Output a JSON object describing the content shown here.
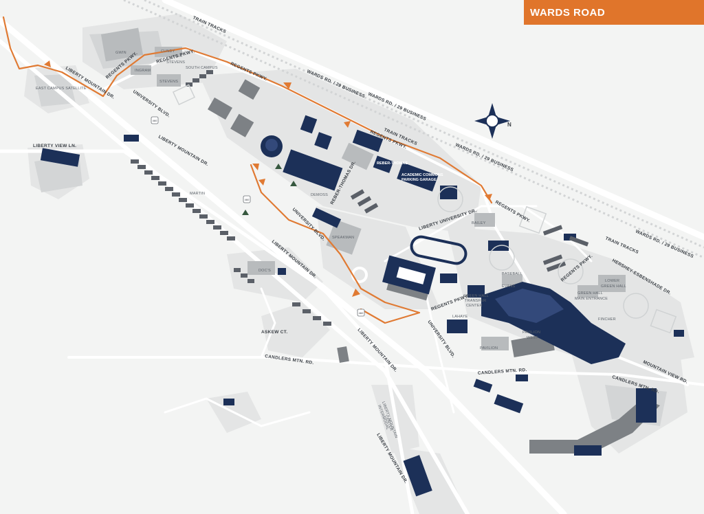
{
  "header": {
    "title": "WARDS ROAD"
  },
  "colors": {
    "accent": "#e0752b",
    "route": "#e07a33",
    "building": "#1c3058",
    "ground": "#f3f4f3",
    "land": "#e4e5e5",
    "road": "#ffffff"
  },
  "compass": {
    "label": "N",
    "icon": "compass-rose-icon"
  },
  "roads": {
    "train_tracks_1": "TRAIN TRACKS",
    "train_tracks_2": "TRAIN TRACKS",
    "train_tracks_3": "TRAIN TRACKS",
    "wards_rd_1": "WARDS RD. / 29 BUSINESS",
    "wards_rd_2": "WARDS RD. / 29 BUSINESS",
    "wards_rd_3": "WARDS RD. / 29 BUSINESS",
    "wards_rd_4": "WARDS RD. / 29 BUSINESS",
    "regents_1": "REGENTS PKWY.",
    "regents_2": "REGENTS PKWY.",
    "regents_3": "REGENTS PKWY.",
    "regents_4": "REGENTS PKWY.",
    "regents_5": "REGENTS PKWY.",
    "regents_6": "REGENTS PKWY.",
    "regents_7": "REGENTS PKWY.",
    "liberty_mtn_1": "LIBERTY MOUNTAIN DR.",
    "liberty_mtn_2": "LIBERTY MOUNTAIN DR.",
    "liberty_mtn_3": "LIBERTY MOUNTAIN DR.",
    "liberty_mtn_4": "LIBERTY MOUNTAIN DR.",
    "liberty_mtn_5": "LIBERTY MOUNTAIN DR.",
    "university_blvd_1": "UNIVERSITY BLVD.",
    "university_blvd_2": "UNIVERSITY BLVD.",
    "university_blvd_3": "UNIVERSITY BLVD.",
    "liberty_view": "LIBERTY VIEW LN.",
    "reber_thomas_dr": "REBER-THOMAS DR.",
    "liberty_university_dr": "LIBERTY UNIVERSITY DR.",
    "candlers_1": "CANDLERS MTN. RD.",
    "candlers_2": "CANDLERS MTN. RD.",
    "candlers_3": "CANDLERS MTN. RD.",
    "hershey": "HERSHEY-ESBENSHADE DR.",
    "mountain_view": "MOUNTAIN VIEW RD.",
    "askew": "ASKEW CT."
  },
  "buildings": {
    "gwin": "GWIN",
    "cundy": "CUNDY",
    "ingram": "INGRAM",
    "stevens_1": "STEVENS",
    "stevens_2": "STEVENS",
    "south_campus": "SOUTH CAMPUS",
    "east_campus": "EAST CAMPUS SATELLITE",
    "reber_thomas": "REBER-THOMAS",
    "garage_1": "ACADEMIC COMMONS",
    "garage_2": "PARKING GARAGE",
    "demoss": "DEMOSS",
    "martin": "MARTIN",
    "speakman": "SPEAKMAN",
    "bailey": "BAILEY",
    "docs": "DOC'S",
    "baseball": "BASEBALL",
    "evans": "EVANS",
    "green_hall_1": "GREEN HALL",
    "green_hall_2": "MAIN ENTRANCE",
    "lower_green_1": "LOWER",
    "lower_green_2": "GREEN HALL",
    "transfer_1": "GREEN HALL",
    "transfer_2": "TRANSFER",
    "transfer_3": "CENTER",
    "lahaye": "LAHAYE",
    "pavilion_west_1": "PAVILION",
    "pavilion_west_2": "WEST",
    "pavilion": "PAVILION",
    "fincher": "FINCHER",
    "liberty_mtn_center_1": "LIBERTY MOUNTAIN",
    "liberty_mtn_center_2": "INTERMODAL",
    "liberty_mtn_center_3": "CENTER"
  },
  "shields": {
    "route": "460"
  }
}
